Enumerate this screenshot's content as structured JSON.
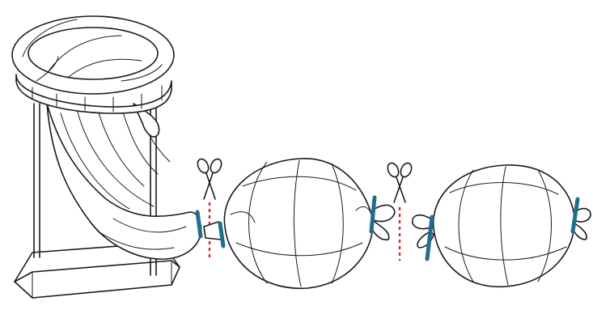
{
  "figure": {
    "elements": [
      "stand",
      "bag-in-stand",
      "tie",
      "cut-line",
      "scissors",
      "tied-bag-segment",
      "tied-bag-segment"
    ]
  },
  "colors": {
    "tie": "#1f6f8b",
    "cut_line": "#d62828",
    "ink": "#1a1a1a",
    "background": "#ffffff"
  }
}
